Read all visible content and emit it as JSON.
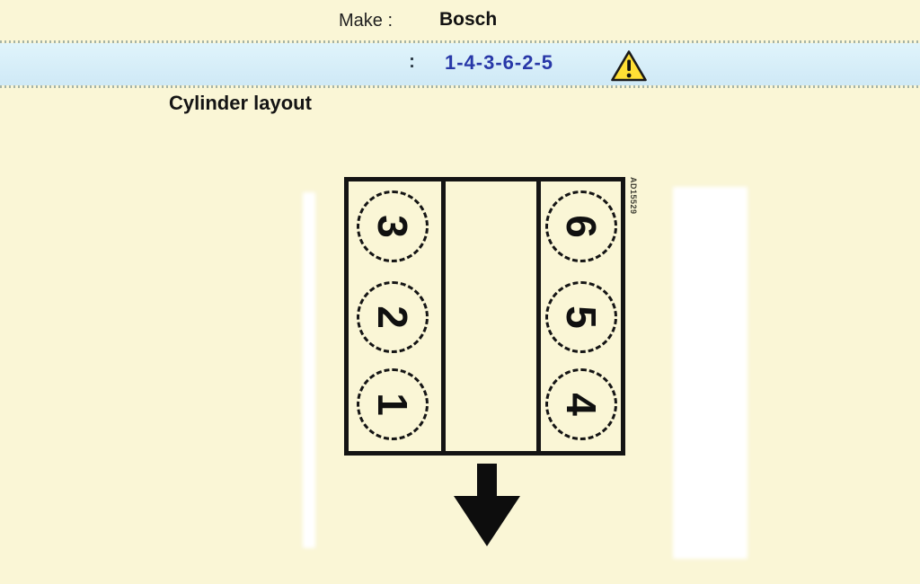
{
  "colors": {
    "background": "#FAF6D6",
    "highlight_row": "#D2E9F6",
    "firing_order_text": "#2838A8",
    "warning_yellow": "#FFDF35",
    "separator_dots": "#A6B4A6"
  },
  "header": {
    "make_label": "Make :",
    "make_value": "Bosch"
  },
  "firing_order_row": {
    "label": ":",
    "value": "1-4-3-6-2-5",
    "warning_icon": "warning-triangle-icon"
  },
  "section": {
    "title": "Cylinder layout"
  },
  "diagram": {
    "code": "AD15529",
    "left_bank": [
      "3",
      "2",
      "1"
    ],
    "right_bank": [
      "6",
      "5",
      "4"
    ],
    "arrow_icon": "down-arrow-icon",
    "arrow_direction": "down"
  }
}
